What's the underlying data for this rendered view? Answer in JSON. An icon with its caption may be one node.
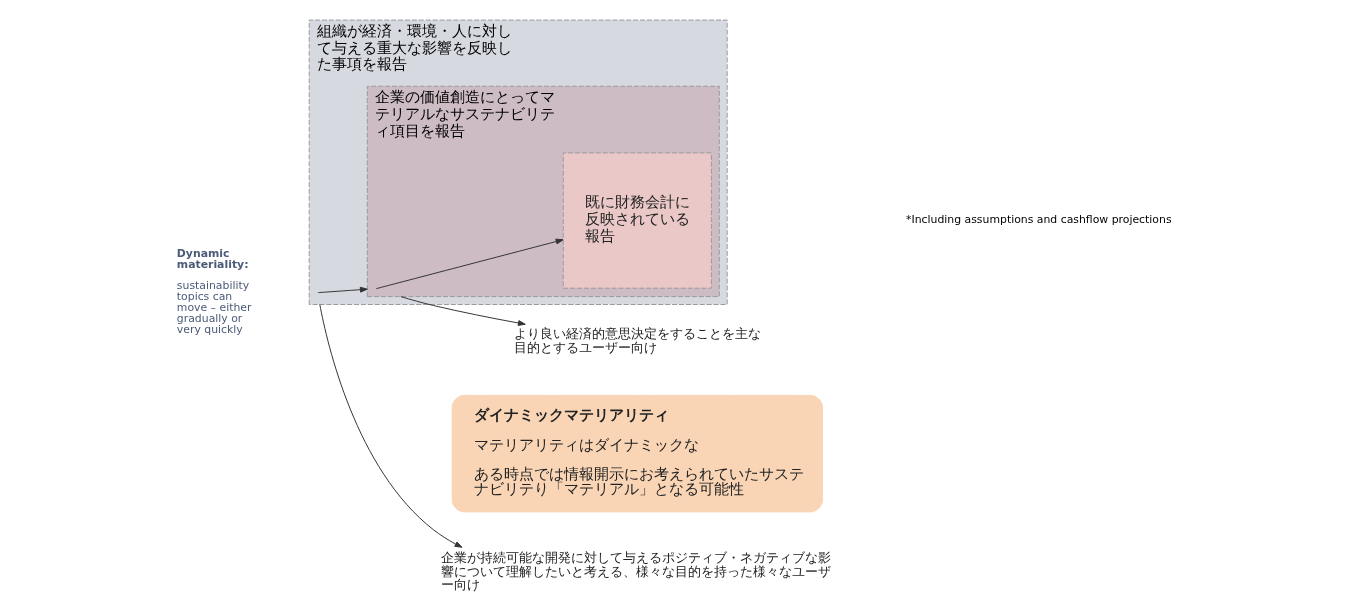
{
  "diagram": {
    "nodes": [
      {
        "text": [
          "組織が経済・環境・人に対して与える重大な影響を反映した事項を報告"
        ]
      },
      {
        "text": [
          "企業の価値創造にとってマテリアルなサステナビリティ項目を報告"
        ],
        "in": 0
      },
      {
        "text": [
          "既に財務会計に反映されている報告"
        ],
        "in": 1
      },
      {
        "text": [
          "企業が持続可能な開発に対して与えるポジティブ・ネガティブな影響について理解したいと考える、様々な目的を持った様々なユーザー向け"
        ]
      },
      {
        "text": [
          "より良い経済的意思決定をすることを主な目的とするユーザー向け"
        ]
      },
      {
        "text": [
          "Dynamic materiality:",
          "sustainability topics can move – either gradually or very quickly"
        ]
      },
      {
        "text": [
          "ダイナミックマテリアリティ",
          "マテリアリティはダイナミックな",
          "ある時点では情報開示にお考えられていたサステナビリテり「マテリアル」となる可能性"
        ]
      }
    ],
    "edges": [
      {
        "from": 0,
        "to": 1,
        "arrow": "to"
      },
      {
        "from": 1,
        "to": 2,
        "arrow": "to"
      },
      {
        "from": 0,
        "to": 3,
        "arrow": "to"
      },
      {
        "from": 1,
        "to": 4,
        "arrow": "to"
      }
    ],
    "labels": [
      "*Including assumptions and cashflow projections"
    ]
  }
}
